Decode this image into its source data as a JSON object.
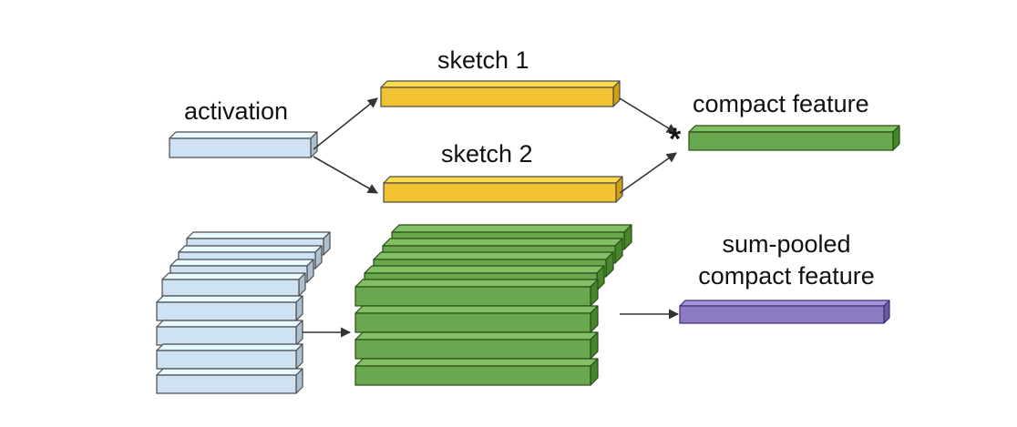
{
  "labels": {
    "activation": "activation",
    "sketch_1": "sketch 1",
    "sketch_2": "sketch 2",
    "compact_feature": "compact feature",
    "sum_pooled_line1": "sum-pooled",
    "sum_pooled_line2": "compact feature",
    "operator": "*"
  },
  "colors": {
    "activation_fill": "#cfe2f3",
    "activation_stroke": "#4a4a4a",
    "sketch_fill": "#f1c232",
    "sketch_stroke": "#4a4a4a",
    "compact_fill": "#6aa84f",
    "compact_stroke": "#274e13",
    "sum_pooled_fill": "#8e7cc3",
    "sum_pooled_stroke": "#3d2b78",
    "arrow": "#333333",
    "text": "#111111"
  }
}
